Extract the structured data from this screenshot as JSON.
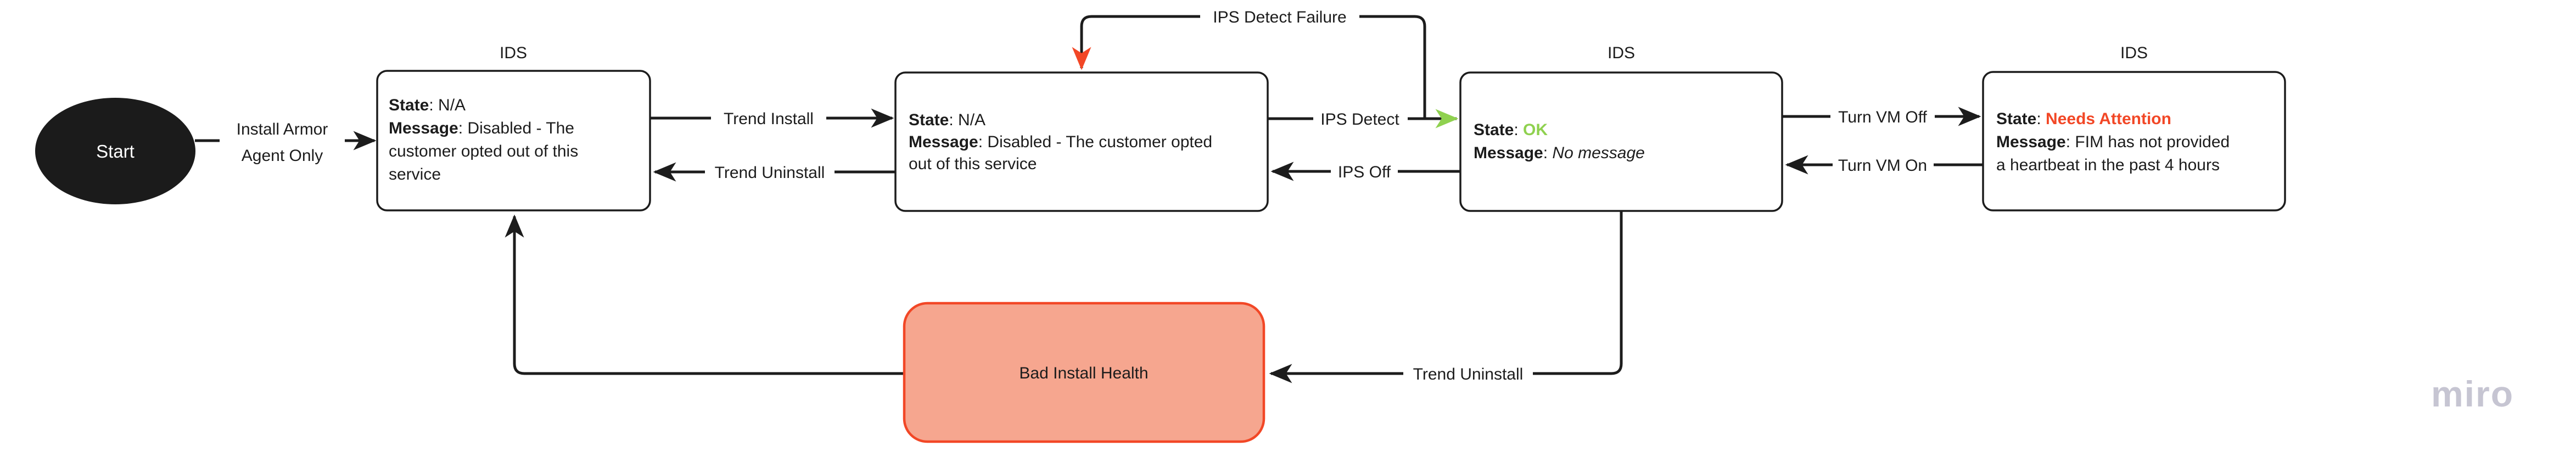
{
  "app": {
    "watermark": "miro"
  },
  "colors": {
    "stroke": "#1c1c1c",
    "green": "#8fd14f",
    "red": "#f24726",
    "salmon_fill": "#f6a68f",
    "watermark_gray": "#c6c5d2"
  },
  "nodes": {
    "start": {
      "label": "Start"
    },
    "ids1": {
      "title": "IDS",
      "state_label": "State",
      "state_rest": ": N/A",
      "message_label": "Message",
      "message_rest": ": Disabled - The",
      "line3": "customer opted out of this",
      "line4": "service"
    },
    "ids2": {
      "state_label": "State",
      "state_rest": ": N/A",
      "message_label": "Message",
      "message_rest": ": Disabled - The customer opted",
      "line3": "out of this service"
    },
    "ids3": {
      "title": "IDS",
      "state_label": "State",
      "state_sep": ": ",
      "state_value": "OK",
      "message_label": "Message",
      "message_sep": ": ",
      "message_value": "No message"
    },
    "ids4": {
      "title": "IDS",
      "state_label": "State",
      "state_sep": ": ",
      "state_value": "Needs Attention",
      "message_label": "Message",
      "message_rest": ": FIM has not provided",
      "line3": "a heartbeat in the past 4 hours"
    },
    "bad_install": {
      "label": "Bad Install Health"
    }
  },
  "edges": {
    "install_armor": {
      "line1": "Install Armor",
      "line2": "Agent Only"
    },
    "trend_install": "Trend Install",
    "trend_uninstall_top": "Trend Uninstall",
    "ips_detect": "IPS Detect",
    "ips_off": "IPS Off",
    "ips_detect_failure": "IPS Detect Failure",
    "turn_vm_off": "Turn VM Off",
    "turn_vm_on": "Turn VM On",
    "trend_uninstall_bottom": "Trend Uninstall"
  }
}
